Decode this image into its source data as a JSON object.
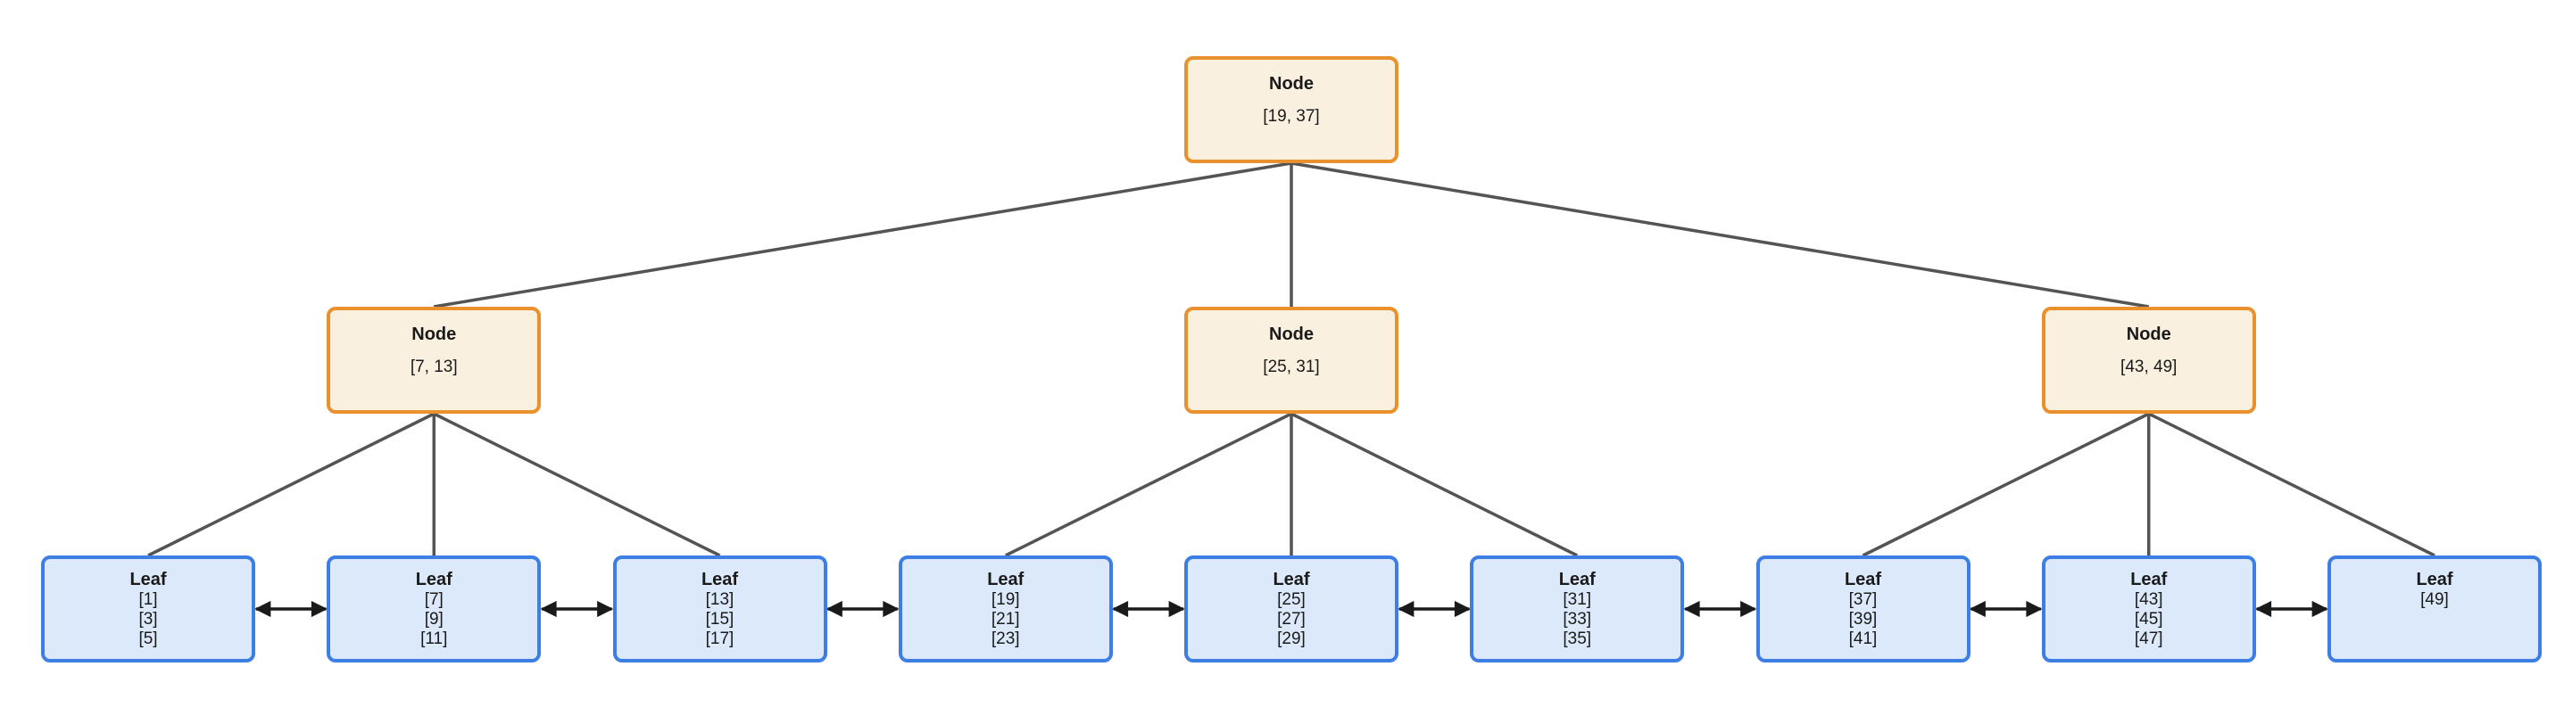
{
  "diagram": {
    "type": "b-plus-tree",
    "root": {
      "label": "Node",
      "keys": "[19, 37]"
    },
    "internal_nodes": [
      {
        "label": "Node",
        "keys": "[7, 13]"
      },
      {
        "label": "Node",
        "keys": "[25, 31]"
      },
      {
        "label": "Node",
        "keys": "[43, 49]"
      }
    ],
    "leaf_nodes": [
      {
        "label": "Leaf",
        "values": [
          "[1]",
          "[3]",
          "[5]"
        ]
      },
      {
        "label": "Leaf",
        "values": [
          "[7]",
          "[9]",
          "[11]"
        ]
      },
      {
        "label": "Leaf",
        "values": [
          "[13]",
          "[15]",
          "[17]"
        ]
      },
      {
        "label": "Leaf",
        "values": [
          "[19]",
          "[21]",
          "[23]"
        ]
      },
      {
        "label": "Leaf",
        "values": [
          "[25]",
          "[27]",
          "[29]"
        ]
      },
      {
        "label": "Leaf",
        "values": [
          "[31]",
          "[33]",
          "[35]"
        ]
      },
      {
        "label": "Leaf",
        "values": [
          "[37]",
          "[39]",
          "[41]"
        ]
      },
      {
        "label": "Leaf",
        "values": [
          "[43]",
          "[45]",
          "[47]"
        ]
      },
      {
        "label": "Leaf",
        "values": [
          "[49]"
        ]
      }
    ],
    "structure": {
      "root_children": [
        0,
        1,
        2
      ],
      "internal_children": [
        [
          0,
          1,
          2
        ],
        [
          3,
          4,
          5
        ],
        [
          6,
          7,
          8
        ]
      ],
      "leaf_links": [
        [
          0,
          1
        ],
        [
          1,
          2
        ],
        [
          2,
          3
        ],
        [
          3,
          4
        ],
        [
          4,
          5
        ],
        [
          5,
          6
        ],
        [
          6,
          7
        ],
        [
          7,
          8
        ]
      ],
      "leaf_link_style": "double-headed-arrow"
    },
    "colors": {
      "background": "#ffffff",
      "internal_fill": "#faf0e0",
      "internal_border": "#e8912d",
      "leaf_fill": "#dce9fa",
      "leaf_border": "#3d7ee4",
      "edge": "#545454",
      "arrow": "#1a1a1a",
      "text": "#1a1a1a"
    }
  }
}
